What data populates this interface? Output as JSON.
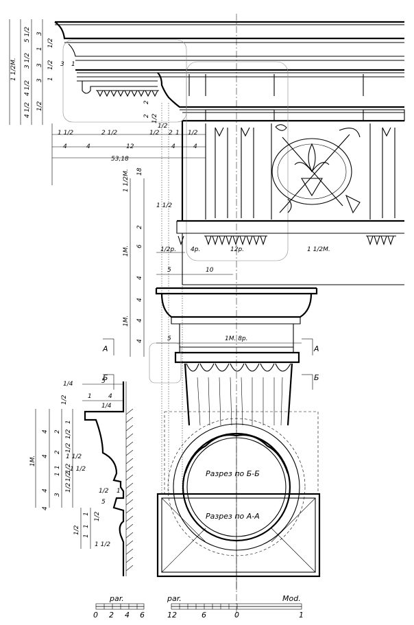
{
  "dims": {
    "top_left_vertical": [
      "5 1/2",
      "3",
      "1/2",
      "1",
      "1 1/2М.",
      "3",
      "1/2",
      "3 1/2",
      "3",
      "1",
      "4 1/2",
      "4 1/2",
      "1/2"
    ],
    "cornice_horizontal": [
      "3",
      "1",
      "1 1/2",
      "2 1/2",
      "1/2",
      "1",
      "1/2",
      "2",
      "1/2",
      "4",
      "4",
      "12",
      "4",
      "4",
      "53,18"
    ],
    "small_labels": [
      "2",
      "2",
      "1/2",
      "2",
      "1/2",
      "1"
    ],
    "frieze_vertical": [
      "1 1/2М.",
      "18",
      "1 1/2",
      "2",
      "1М.",
      "6",
      "4",
      "4",
      "4",
      "1М.",
      "4",
      "4"
    ],
    "frieze_horizontal": [
      "1/2р.",
      "4р.",
      "12р.",
      "1 1/2М."
    ],
    "capital_top": [
      "5",
      "10"
    ],
    "capital_mid": [
      "5",
      "1М. 8р."
    ],
    "section_a": "А",
    "section_b": "Б",
    "profile_top": [
      "1/4",
      "5",
      "1",
      "4",
      "1/4",
      "1/2"
    ],
    "profile_vertical": [
      "4",
      "4",
      "2",
      "1/2",
      "1",
      "1/2",
      "1 1/2",
      "1/2",
      "2",
      "1",
      "1М.",
      "1",
      "1/2",
      "4",
      "1 1/2",
      "3",
      "1/2",
      "1/2",
      "1",
      "4",
      "5",
      "1",
      "1",
      "1/2",
      "1",
      "1/2",
      "1 1/2"
    ],
    "profile_bottom": [
      "1/2",
      "1"
    ]
  },
  "section_labels": {
    "b": "Разрез по Б-Б",
    "a": "Разрез по А-А"
  },
  "scales": [
    {
      "title": "par.",
      "ticks": [
        "0",
        "2",
        "4",
        "6"
      ]
    },
    {
      "title": "par.",
      "ticks": [
        "12",
        "6",
        "0"
      ]
    },
    {
      "title": "Mod.",
      "ticks": [
        "1"
      ]
    }
  ]
}
